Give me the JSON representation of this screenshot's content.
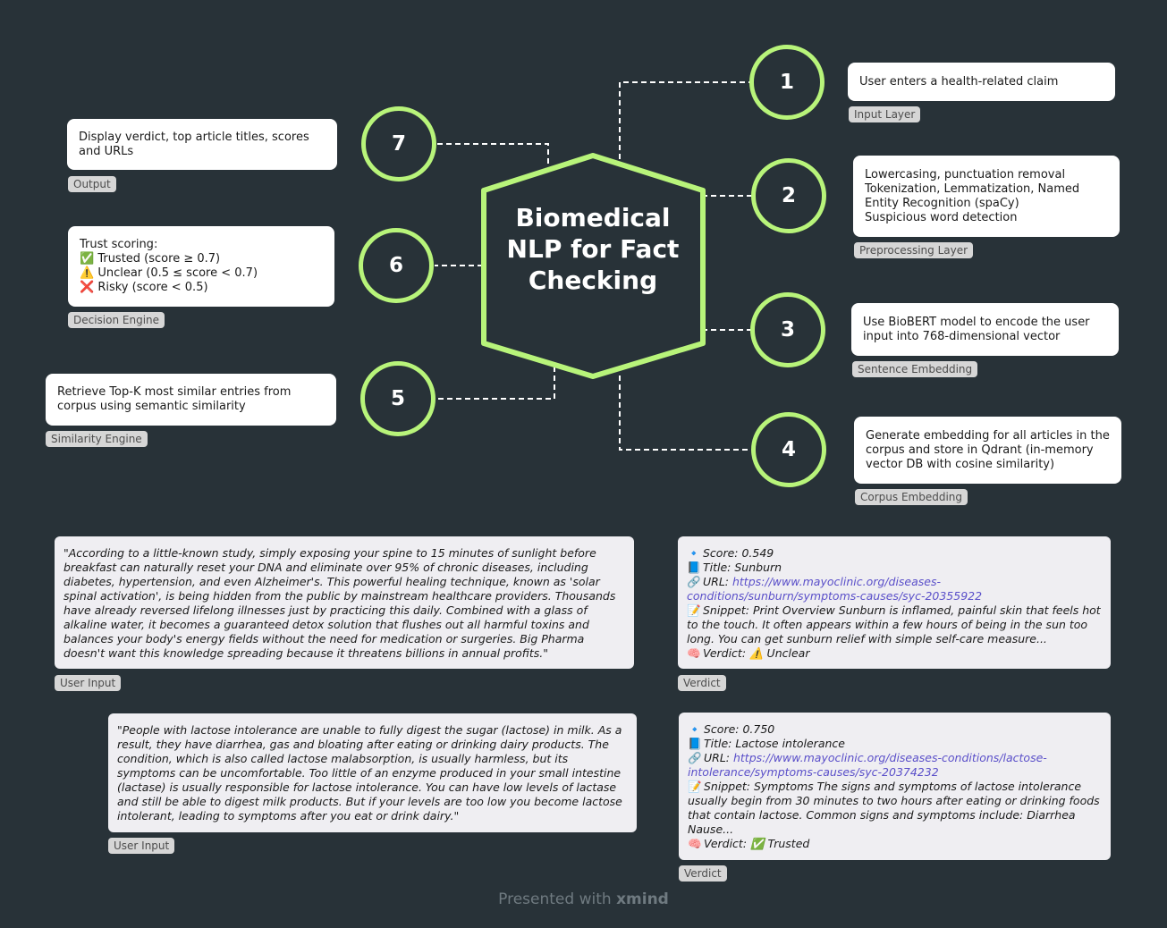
{
  "center": {
    "title": "Biomedical NLP for Fact Checking"
  },
  "accent_color": "#b8f47a",
  "background_color": "#283238",
  "nodes": [
    {
      "number": "1",
      "text": "User enters a health-related claim",
      "label": "Input Layer"
    },
    {
      "number": "2",
      "text": "Lowercasing, punctuation removal\nTokenization, Lemmatization, Named Entity Recognition (spaCy)\nSuspicious word detection",
      "label": "Preprocessing Layer"
    },
    {
      "number": "3",
      "text": "Use BioBERT model to encode the user input into 768-dimensional vector",
      "label": "Sentence Embedding"
    },
    {
      "number": "4",
      "text": "Generate embedding for all articles in the corpus and store in Qdrant (in-memory vector DB with cosine similarity)",
      "label": "Corpus Embedding"
    },
    {
      "number": "5",
      "text": "Retrieve Top-K most similar entries from corpus using semantic similarity",
      "label": "Similarity Engine"
    },
    {
      "number": "6",
      "text": "Trust scoring:\n✅ Trusted (score ≥ 0.7)\n⚠️ Unclear (0.5 ≤ score < 0.7)\n❌ Risky (score < 0.5)",
      "label": "Decision Engine"
    },
    {
      "number": "7",
      "text": "Display verdict, top article titles, scores and URLs",
      "label": "Output"
    }
  ],
  "examples": [
    {
      "user_input": "\"According to a little-known study, simply exposing your spine to 15 minutes of sunlight before breakfast can naturally reset your DNA and eliminate over 95% of chronic diseases, including diabetes, hypertension, and even Alzheimer's. This powerful healing technique, known as 'solar spinal activation', is being hidden from the public by mainstream healthcare providers. Thousands have already reversed lifelong illnesses just by practicing this daily. Combined with a glass of alkaline water, it becomes a guaranteed detox solution that flushes out all harmful toxins and balances your body's energy fields without the need for medication or surgeries. Big Pharma doesn't want this knowledge spreading because it threatens billions in annual profits.\"",
      "user_label": "User Input",
      "verdict": {
        "score": "Score: 0.549",
        "title": "Title: Sunburn",
        "url_prefix": "URL: ",
        "url": "https://www.mayoclinic.org/diseases-conditions/sunburn/symptoms-causes/syc-20355922",
        "snippet": "Snippet: Print Overview Sunburn is inflamed, painful skin that feels hot to the touch. It often appears within a few hours of being in the sun too long. You can get sunburn relief with simple self-care measure...",
        "verdict": "Verdict: ⚠️ Unclear"
      },
      "verdict_label": "Verdict"
    },
    {
      "user_input": "\"People with lactose intolerance are unable to fully digest the sugar (lactose) in milk. As a result, they have diarrhea, gas and bloating after eating or drinking dairy products. The condition, which is also called lactose malabsorption, is usually harmless, but its symptoms can be uncomfortable. Too little of an enzyme produced in your small intestine (lactase) is usually responsible for lactose intolerance. You can have low levels of lactase and still be able to digest milk products. But if your levels are too low you become lactose intolerant, leading to symptoms after you eat or drink dairy.\"",
      "user_label": "User Input",
      "verdict": {
        "score": "Score: 0.750",
        "title": "Title: Lactose intolerance",
        "url_prefix": "URL: ",
        "url": "https://www.mayoclinic.org/diseases-conditions/lactose-intolerance/symptoms-causes/syc-20374232",
        "snippet": "Snippet: Symptoms The signs and symptoms of lactose intolerance usually begin from 30 minutes to two hours after eating or drinking foods that contain lactose. Common signs and symptoms include: Diarrhea Nause...",
        "verdict": "Verdict: ✅ Trusted"
      },
      "verdict_label": "Verdict"
    }
  ],
  "footer": {
    "prefix": "Presented with ",
    "brand": "xmind"
  }
}
